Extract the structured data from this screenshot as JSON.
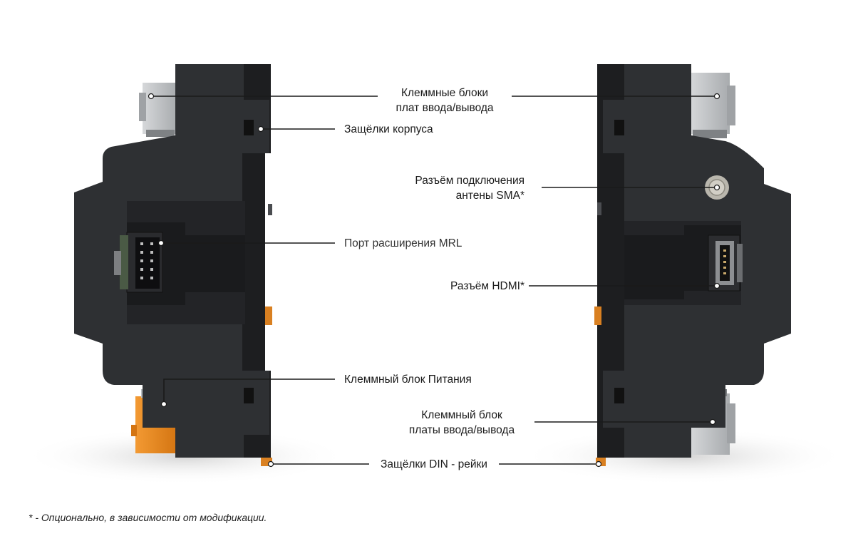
{
  "labels": {
    "terminal_blocks_io": [
      "Клеммные блоки",
      "плат ввода/вывода"
    ],
    "case_latches": "Защёлки корпуса",
    "sma_connector": [
      "Разъём подключения",
      "антены SMA*"
    ],
    "mrl_port": "Порт расширения MRL",
    "hdmi_connector": "Разъём HDMI*",
    "power_terminal": "Клеммный блок Питания",
    "io_terminal_block": [
      "Клеммный блок",
      "платы ввода/вывода"
    ],
    "din_latches": "Защёлки DIN - рейки"
  },
  "footnote": "* - Опционально, в зависимости от модификации.",
  "colors": {
    "housing_dark": "#2e3033",
    "housing_front": "#3a3c40",
    "housing_edge": "#1d1e20",
    "terminal_grey": "#b9bcbf",
    "terminal_orange": "#e8861f",
    "leader_line": "#1a1a1a"
  }
}
